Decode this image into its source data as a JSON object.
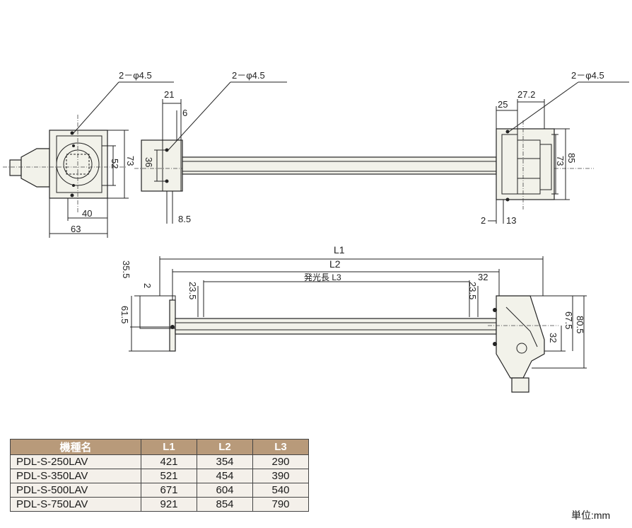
{
  "views": {
    "left_end": {
      "hole_callout": "2－φ4.5",
      "dim_height_outer": "73",
      "dim_height_inner": "52",
      "dim_width_inner": "40",
      "dim_width_outer": "63"
    },
    "bracket_end": {
      "hole_callout": "2－φ4.5",
      "dim_width": "21",
      "dim_offset": "6",
      "dim_hole_pitch": "36",
      "dim_thickness": "8.5"
    },
    "right_end": {
      "hole_callout": "2－φ4.5",
      "dim_width_a": "25",
      "dim_width_b": "27.2",
      "dim_height_a": "73",
      "dim_height_b": "85",
      "dim_gap": "2",
      "dim_depth": "13"
    },
    "side": {
      "dim_l1": "L1",
      "dim_l2": "L2",
      "dim_l3_label": "発光長 L3",
      "dim_left_top": "35.5",
      "dim_left_gap": "2",
      "dim_left_height": "61.5",
      "dim_inner_left": "23.5",
      "dim_inner_right": "23.5",
      "dim_right_32_top": "32",
      "dim_right_32": "32",
      "dim_right_67": "67.5",
      "dim_right_80": "80.5"
    }
  },
  "table": {
    "headers": [
      "機種名",
      "L1",
      "L2",
      "L3"
    ],
    "rows": [
      [
        "PDL-S-250LAV",
        "421",
        "354",
        "290"
      ],
      [
        "PDL-S-350LAV",
        "521",
        "454",
        "390"
      ],
      [
        "PDL-S-500LAV",
        "671",
        "604",
        "540"
      ],
      [
        "PDL-S-750LAV",
        "921",
        "854",
        "790"
      ]
    ],
    "header_color": "#b89a7a"
  },
  "unit": "単位:mm"
}
